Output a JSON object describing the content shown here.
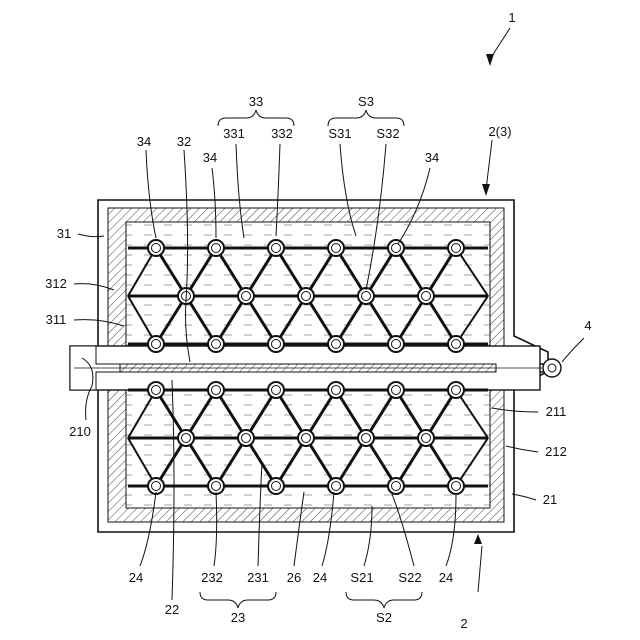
{
  "labels": {
    "fig_no": "1",
    "arrow_top": "2(3)",
    "arrow_bottom": "2",
    "ref_4": "4",
    "brace_33": "33",
    "brace_S3": "S3",
    "brace_23": "23",
    "brace_S2": "S2",
    "l331": "331",
    "l332": "332",
    "lS31": "S31",
    "lS32": "S32",
    "l34a": "34",
    "l32": "32",
    "l34b": "34",
    "l34c": "34",
    "l31": "31",
    "l312": "312",
    "l311": "311",
    "l210": "210",
    "l211": "211",
    "l212": "212",
    "l21": "21",
    "l24a": "24",
    "l22": "22",
    "l232": "232",
    "l231": "231",
    "l26": "26",
    "l24b": "24",
    "lS21": "S21",
    "lS22": "S22",
    "l24c": "24"
  },
  "colors": {
    "line": "#111111",
    "fill": "#ffffff"
  }
}
